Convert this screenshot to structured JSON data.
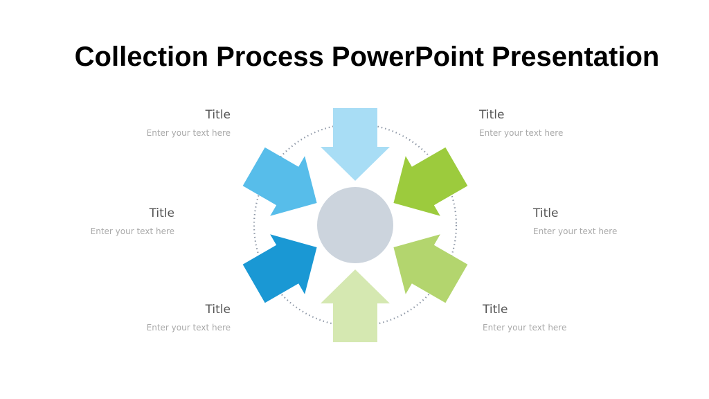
{
  "slide": {
    "title": "Collection Process PowerPoint Presentation"
  },
  "items": [
    {
      "title": "Title",
      "text": "Enter your text here",
      "position": "top-left"
    },
    {
      "title": "Title",
      "text": "Enter your text here",
      "position": "middle-left"
    },
    {
      "title": "Title",
      "text": "Enter your text here",
      "position": "bottom-left"
    },
    {
      "title": "Title",
      "text": "Enter your text here",
      "position": "top-right"
    },
    {
      "title": "Title",
      "text": "Enter your text here",
      "position": "middle-right"
    },
    {
      "title": "Title",
      "text": "Enter your text here",
      "position": "bottom-right"
    }
  ],
  "diagram": {
    "arrow_colors": {
      "top": "#a8ddf5",
      "top_left": "#57bdea",
      "bottom_left": "#1a98d4",
      "bottom": "#d5e8b1",
      "bottom_right": "#b3d56e",
      "top_right": "#9ccb3d"
    },
    "center_color": "#ccd4dd",
    "ring_color": "#8d97a6"
  }
}
